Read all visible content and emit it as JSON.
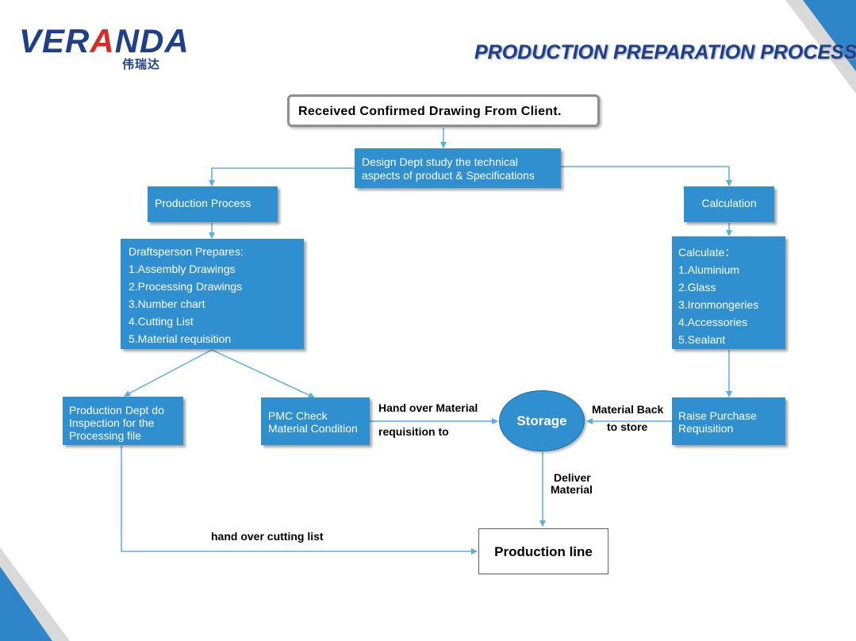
{
  "logo": {
    "brand_pre": "VER",
    "brand_accent": "A",
    "brand_post": "NDA",
    "brand_sub": "伟瑞达"
  },
  "page_title": "PRODUCTION PREPARATION PROCESS",
  "nodes": {
    "received": "Received Confirmed Drawing From Client.",
    "design": [
      "Design Dept study the technical",
      "aspects of product & Specifications"
    ],
    "production_process": "Production Process",
    "calculation": "Calculation",
    "draftsperson": [
      "Draftsperson Prepares:",
      "1.Assembly Drawings",
      "2.Processing Drawings",
      "3.Number chart",
      "4.Cutting List",
      "5.Material requisition"
    ],
    "calculate": [
      "Calculate：",
      "1.Aluminium",
      "2.Glass",
      "3.Ironmongeries",
      "4.Accessories",
      "5.Sealant"
    ],
    "production_dept": [
      "Production Dept do",
      "Inspection for the",
      "Processing file"
    ],
    "pmc": [
      "PMC Check",
      "Material Condition"
    ],
    "storage": "Storage",
    "raise_purchase": [
      "Raise Purchase",
      "Requisition"
    ],
    "production_line": "Production line"
  },
  "edge_labels": {
    "hand_over_material": [
      "Hand over Material",
      "requisition to"
    ],
    "material_back": [
      "Material Back",
      "to store"
    ],
    "deliver_material": [
      "Deliver",
      "Material"
    ],
    "hand_over_cutting": "hand over cutting list"
  },
  "colors": {
    "node_blue": "#2f8fcf",
    "arrow": "#5aaede",
    "title_blue": "#1f3f88",
    "logo_red": "#d62b2b"
  }
}
